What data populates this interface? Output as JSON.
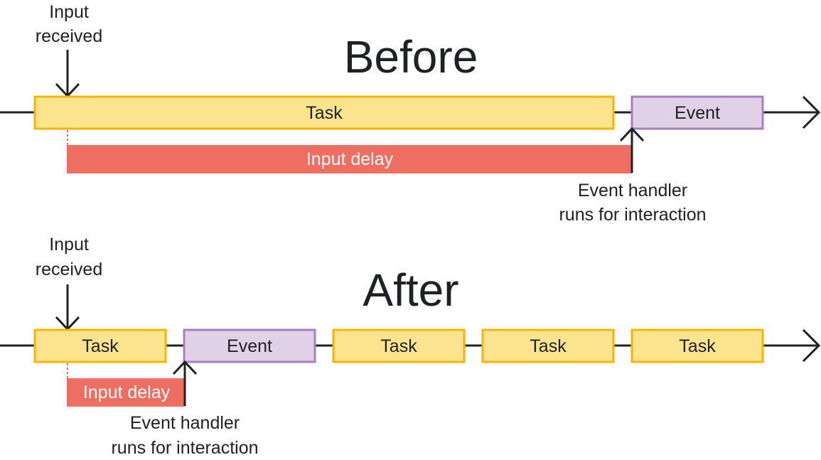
{
  "colors": {
    "task_fill": "#fce48f",
    "task_stroke": "#f5b400",
    "event_fill": "#e1d1e6",
    "event_stroke": "#a77fbe",
    "delay_fill": "#ee6f62",
    "line": "#202124",
    "dotted": "#ee6f62"
  },
  "before": {
    "title": "Before",
    "input_label": [
      "Input",
      "received"
    ],
    "task_label": "Task",
    "event_label": "Event",
    "delay_label": "Input delay",
    "handler_label": [
      "Event handler",
      "runs for interaction"
    ]
  },
  "after": {
    "title": "After",
    "input_label": [
      "Input",
      "received"
    ],
    "task_labels": [
      "Task",
      "Task",
      "Task",
      "Task"
    ],
    "event_label": "Event",
    "delay_label": "Input delay",
    "handler_label": [
      "Event handler",
      "runs for interaction"
    ]
  }
}
